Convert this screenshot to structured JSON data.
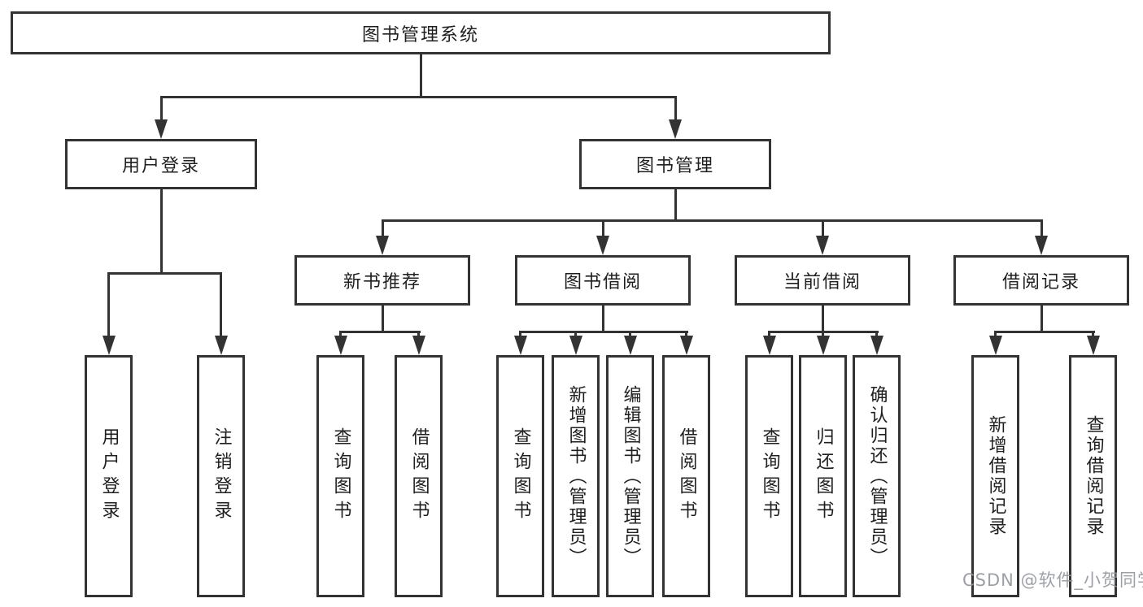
{
  "diagram": {
    "root": {
      "label": "图书管理系统"
    },
    "level1": {
      "user_login": {
        "label": "用户登录"
      },
      "book_management": {
        "label": "图书管理"
      }
    },
    "level2": {
      "new_book_recommend": {
        "label": "新书推荐"
      },
      "book_borrow": {
        "label": "图书借阅"
      },
      "current_borrow": {
        "label": "当前借阅"
      },
      "borrow_record": {
        "label": "借阅记录"
      }
    },
    "leaves": {
      "user_login": {
        "label": "用户登录"
      },
      "logout": {
        "label": "注销登录"
      },
      "rec_query_book": {
        "label": "查询图书"
      },
      "rec_borrow_book": {
        "label": "借阅图书"
      },
      "bb_query_book": {
        "label": "查询图书"
      },
      "bb_add_book": {
        "label": "新增图书（管理员）"
      },
      "bb_edit_book": {
        "label": "编辑图书（管理员）"
      },
      "bb_borrow_book": {
        "label": "借阅图书"
      },
      "cb_query_book": {
        "label": "查询图书"
      },
      "cb_return_book": {
        "label": "归还图书"
      },
      "cb_confirm_return": {
        "label": "确认归还（管理员）"
      },
      "br_add_record": {
        "label": "新增借阅记录"
      },
      "br_query_record": {
        "label": "查询借阅记录"
      }
    },
    "watermark": "CSDN @软件_小贺同学",
    "colors": {
      "line": "#333333",
      "text": "#1f1f1f",
      "watermark": "#94989e",
      "background": "#ffffff"
    }
  }
}
